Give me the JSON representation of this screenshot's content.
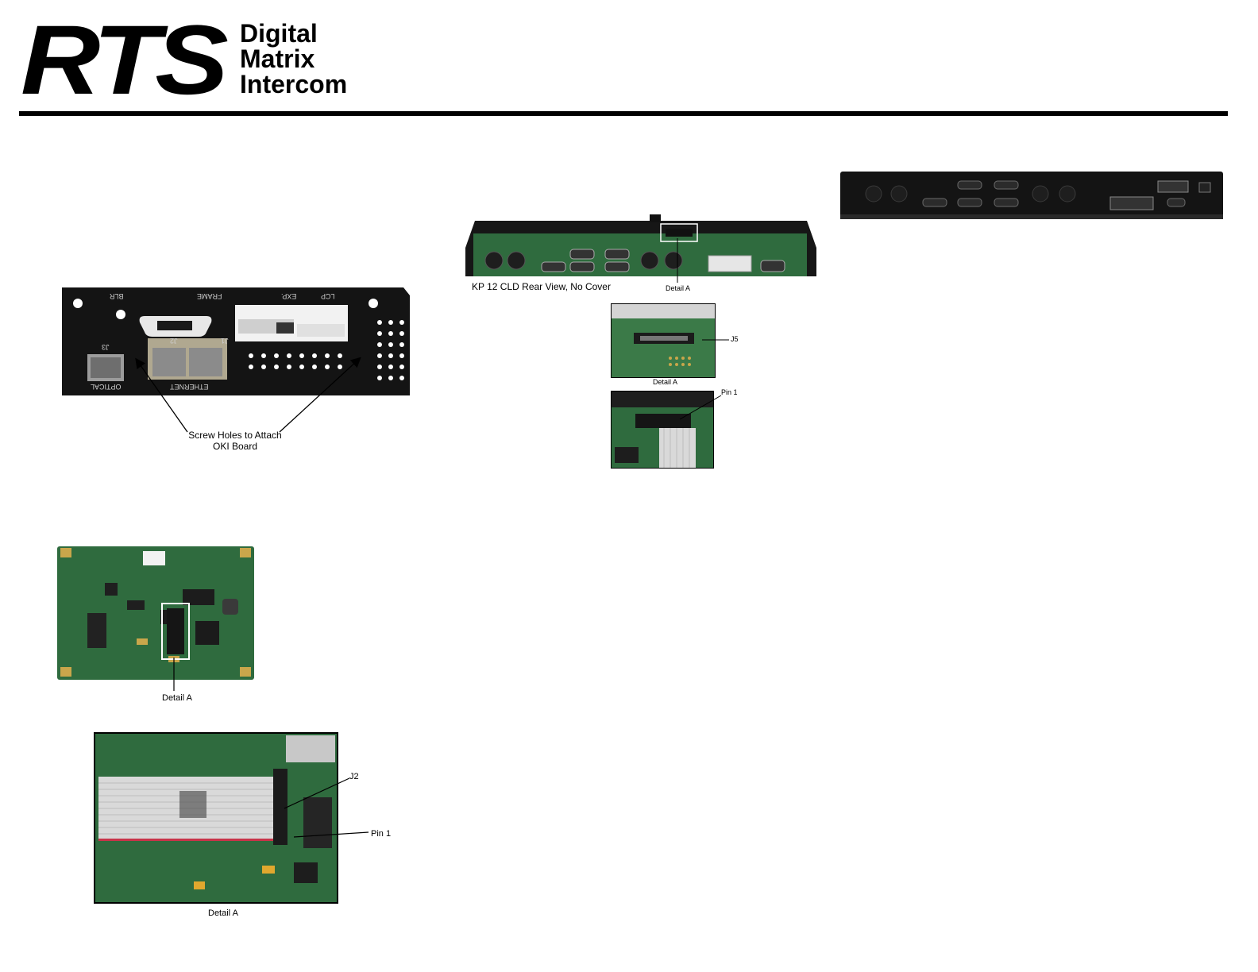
{
  "logo": {
    "brand": "RTS",
    "line1": "Digital",
    "line2": "Matrix",
    "line3": "Intercom"
  },
  "panel_figure": {
    "silk": {
      "blr": "BLR",
      "frame": "FRAME",
      "exp": "EXP.",
      "lcp": "LCP",
      "j3": "J3",
      "j2": "J2",
      "j1": "J1",
      "optical": "OPTICAL",
      "ethernet": "ETHERNET"
    },
    "callout_line1": "Screw Holes to Attach",
    "callout_line2": "OKI Board"
  },
  "oki_board_figure": {
    "detail_label": "Detail A"
  },
  "ribbon_detail_figure": {
    "j2_label": "J2",
    "pin1_label": "Pin 1",
    "detail_label": "Detail A"
  },
  "kp12_figure": {
    "caption": "KP 12 CLD Rear View, No Cover",
    "detail_label": "Detail A",
    "j5_label": "J5",
    "detail_a_label": "Detail A",
    "pin1_label": "Pin 1"
  },
  "colors": {
    "panel_black": "#111111",
    "pcb_green": "#2f6b3e",
    "ribbon_grey": "#d9d9d9"
  }
}
